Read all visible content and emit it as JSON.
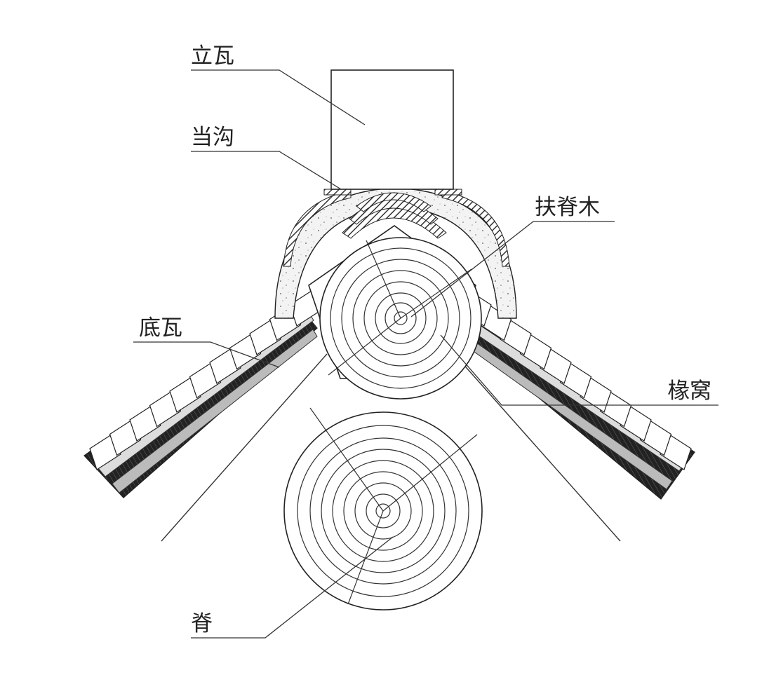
{
  "labels": {
    "li_wa": "立瓦",
    "dang_gou": "当沟",
    "fu_ji_mu": "扶脊木",
    "di_wa": "底瓦",
    "chuan_wo": "椽窝",
    "ji": "脊"
  }
}
